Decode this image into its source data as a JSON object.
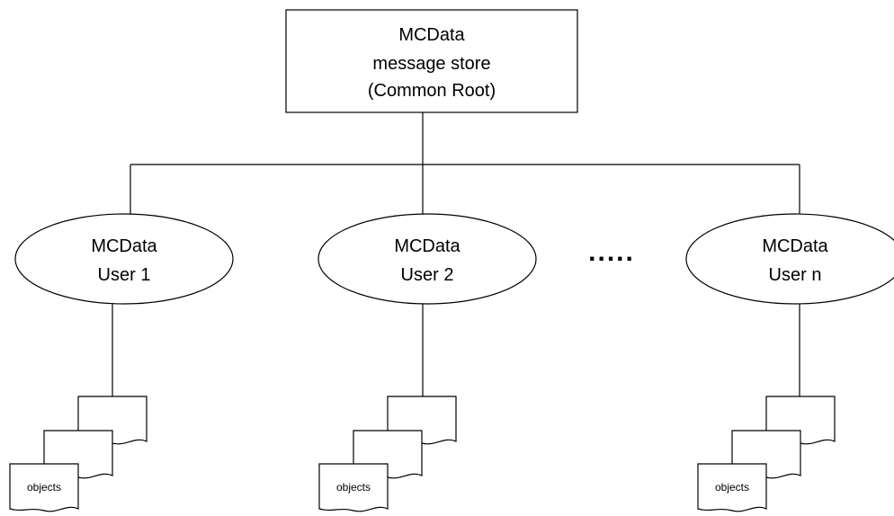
{
  "root": {
    "line1": "MCData",
    "line2": "message store",
    "line3": "(Common Root)"
  },
  "users": [
    {
      "line1": "MCData",
      "line2": "User 1",
      "objects_label": "objects"
    },
    {
      "line1": "MCData",
      "line2": "User 2",
      "objects_label": "objects"
    },
    {
      "line1": "MCData",
      "line2": "User n",
      "objects_label": "objects"
    }
  ],
  "ellipsis": "....."
}
